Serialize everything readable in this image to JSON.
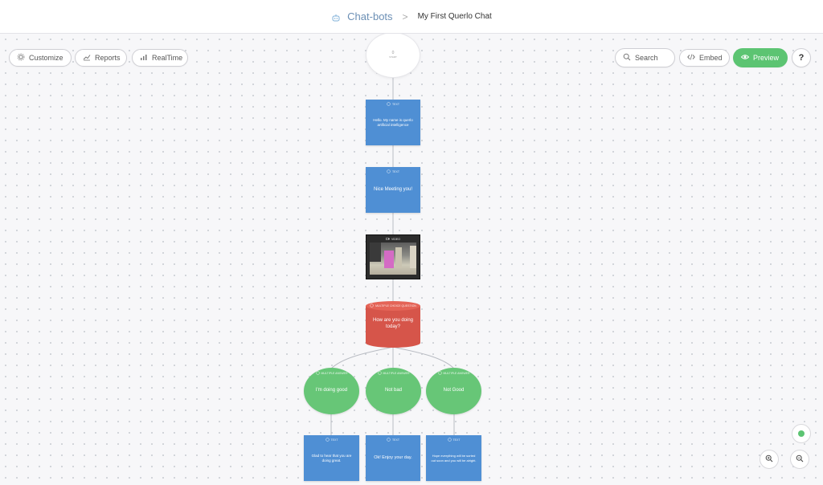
{
  "header": {
    "root_label": "Chat-bots",
    "separator": ">",
    "current_label": "My First Querlo Chat"
  },
  "toolbar": {
    "customize": "Customize",
    "reports": "Reports",
    "realtime": "RealTime",
    "search": "Search",
    "embed": "Embed",
    "preview": "Preview",
    "help": "?"
  },
  "flow": {
    "start": {
      "count": "0",
      "label": "START"
    },
    "nodes": {
      "greeting": {
        "tag": "TEXT",
        "text": "Hello. My name is querlo artificial intelligence"
      },
      "nice": {
        "tag": "TEXT",
        "text": "Nice Meeting you!"
      },
      "video": {
        "tag": "VIDEO"
      },
      "question": {
        "tag": "MULTIPLE CHOICE QUESTION",
        "text": "How are you doing today?"
      },
      "opt1": {
        "tag": "MULTIPLE ANSWER",
        "text": "I'm doing good"
      },
      "opt2": {
        "tag": "MULTIPLE ANSWER",
        "text": "Not bad"
      },
      "opt3": {
        "tag": "MULTIPLE ANSWER",
        "text": "Not Good"
      },
      "reply1": {
        "tag": "TEXT",
        "text": "Glad to hear that you are doing great."
      },
      "reply2": {
        "tag": "TEXT",
        "text": "Ok! Enjoy your day."
      },
      "reply3": {
        "tag": "TEXT",
        "text": "Hope everything will be sorted out soon and you will be alright."
      }
    }
  },
  "colors": {
    "accent_green": "#5cc472",
    "node_blue": "#4f8fd4",
    "node_red": "#d6554a",
    "node_green": "#67c677"
  },
  "icons": {
    "breadcrumb": "chat-bot-icon",
    "customize": "gear-icon",
    "reports": "chart-icon",
    "realtime": "signal-icon",
    "search": "search-icon",
    "embed": "code-icon",
    "preview": "eye-icon",
    "zoom_in": "zoom-in-icon",
    "zoom_out": "zoom-out-icon"
  }
}
